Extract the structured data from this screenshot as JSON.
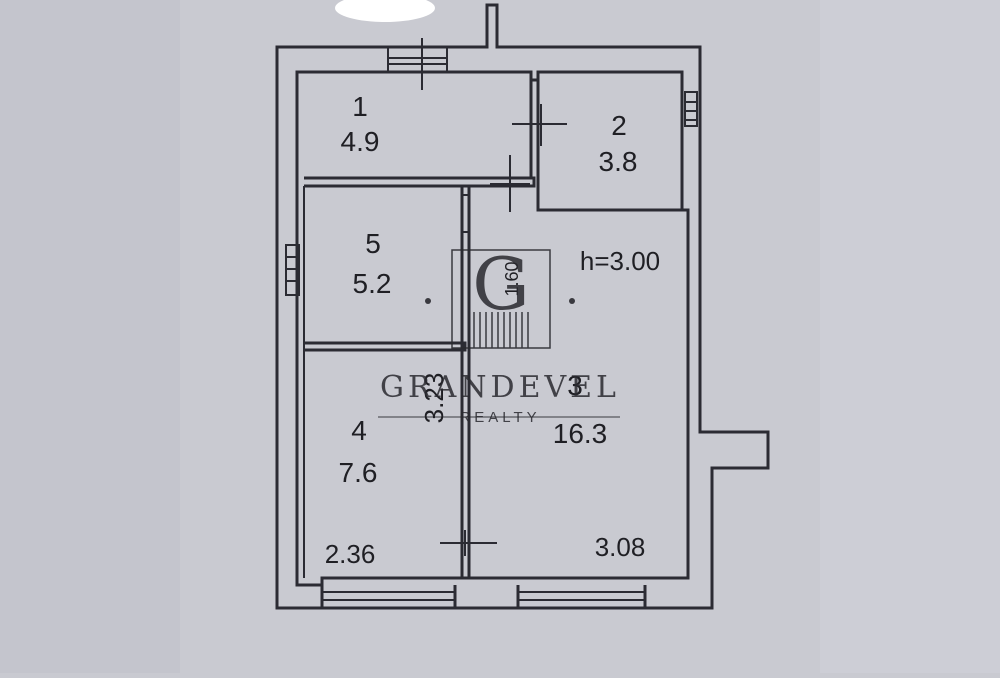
{
  "plan": {
    "ceiling_height": "h=3.00",
    "rooms": [
      {
        "number": "1",
        "area": "4.9"
      },
      {
        "number": "2",
        "area": "3.8"
      },
      {
        "number": "3",
        "area": "16.3"
      },
      {
        "number": "4",
        "area": "7.6"
      },
      {
        "number": "5",
        "area": "5.2"
      }
    ],
    "dimensions": {
      "room4_width": "2.36",
      "room3_width": "3.08",
      "partition_length": "3.23",
      "small_partition": "1.60"
    }
  },
  "watermark": {
    "logo_letter": "G",
    "brand": "GRANDEVEL",
    "subtitle": "REALTY"
  },
  "colors": {
    "background": "#c9cad1",
    "wall": "#2b2b33",
    "text": "#1f1f24"
  }
}
